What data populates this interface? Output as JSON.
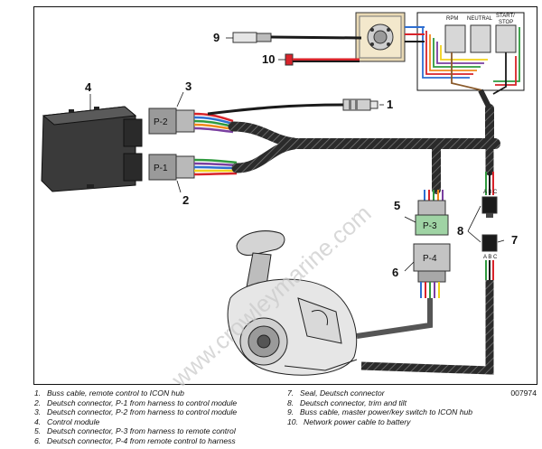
{
  "callouts": {
    "c1": "1",
    "c2": "2",
    "c3": "3",
    "c4": "4",
    "c5": "5",
    "c6": "6",
    "c7": "7",
    "c8": "8",
    "c9": "9",
    "c10": "10"
  },
  "connector_labels": {
    "p1": "P-1",
    "p2": "P-2",
    "p3": "P-3",
    "p4": "P-4"
  },
  "switch_panel": {
    "rpm": "RPM",
    "neutral": "NEUTRAL",
    "start_stop_top": "START/",
    "start_stop_bottom": "STOP"
  },
  "pin_letters": {
    "upper": "A B C",
    "lower": "A B C"
  },
  "watermark": "www.crowleymarine.com",
  "figure_number": "007974",
  "legend": [
    {
      "num": "1.",
      "text": "Buss cable, remote control to ICON hub"
    },
    {
      "num": "2.",
      "text": "Deutsch connector, P-1 from harness to control module"
    },
    {
      "num": "3.",
      "text": "Deutsch connector, P-2 from harness to control module"
    },
    {
      "num": "4.",
      "text": "Control module"
    },
    {
      "num": "5.",
      "text": "Deutsch connector, P-3 from harness to remote control"
    },
    {
      "num": "6.",
      "text": "Deutsch connector, P-4 from remote control to harness"
    },
    {
      "num": "7.",
      "text": "Seal, Deutsch connector"
    },
    {
      "num": "8.",
      "text": "Deutsch connector, trim and tilt"
    },
    {
      "num": "9.",
      "text": "Buss cable, master power/key switch to ICON hub"
    },
    {
      "num": "10.",
      "text": "Network power cable to battery"
    }
  ],
  "colors": {
    "wire_red": "#d8232a",
    "wire_blue": "#2e6fd1",
    "wire_green": "#2f9a3e",
    "wire_orange": "#f08a1c",
    "wire_purple": "#7a3fa0",
    "wire_brown": "#8a5a2b",
    "wire_yellow": "#f2d21b",
    "sheath_dark": "#2b2b2b",
    "connector_gray": "#9a9a9a",
    "connector_green": "#9fd3a4",
    "panel_tan": "#e9d9b4"
  }
}
